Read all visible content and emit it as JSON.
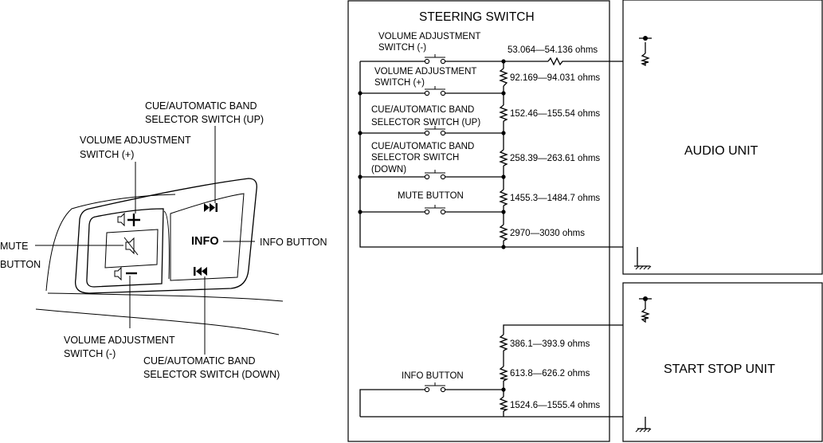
{
  "left": {
    "cue_up_line1": "CUE/AUTOMATIC BAND",
    "cue_up_line2": "SELECTOR SWITCH (UP)",
    "vol_plus_line1": "VOLUME ADJUSTMENT",
    "vol_plus_line2": "SWITCH (+)",
    "mute_line1": "MUTE",
    "mute_line2": "BUTTON",
    "info": "INFO BUTTON",
    "vol_minus_line1": "VOLUME ADJUSTMENT",
    "vol_minus_line2": "SWITCH (-)",
    "cue_down_line1": "CUE/AUTOMATIC BAND",
    "cue_down_line2": "SELECTOR SWITCH (DOWN)",
    "info_key_label": "INFO"
  },
  "steering": {
    "title": "STEERING SWITCH",
    "sw_vol_minus_1": "VOLUME ADJUSTMENT",
    "sw_vol_minus_2": "SWITCH (-)",
    "sw_vol_plus_1": "VOLUME ADJUSTMENT",
    "sw_vol_plus_2": "SWITCH (+)",
    "sw_cue_up_1": "CUE/AUTOMATIC BAND",
    "sw_cue_up_2": "SELECTOR SWITCH (UP)",
    "sw_cue_down_1": "CUE/AUTOMATIC BAND",
    "sw_cue_down_2": "SELECTOR SWITCH",
    "sw_cue_down_3": "(DOWN)",
    "sw_mute": "MUTE BUTTON",
    "sw_info": "INFO BUTTON",
    "r1": "53.064—54.136 ohms",
    "r2": "92.169—94.031 ohms",
    "r3": "152.46—155.54 ohms",
    "r4": "258.39—263.61 ohms",
    "r5": "1455.3—1484.7 ohms",
    "r6": "2970—3030 ohms",
    "r7": "386.1—393.9 ohms",
    "r8": "613.8—626.2 ohms",
    "r9": "1524.6—1555.4 ohms"
  },
  "units": {
    "audio": "AUDIO UNIT",
    "start_stop": "START STOP UNIT"
  }
}
